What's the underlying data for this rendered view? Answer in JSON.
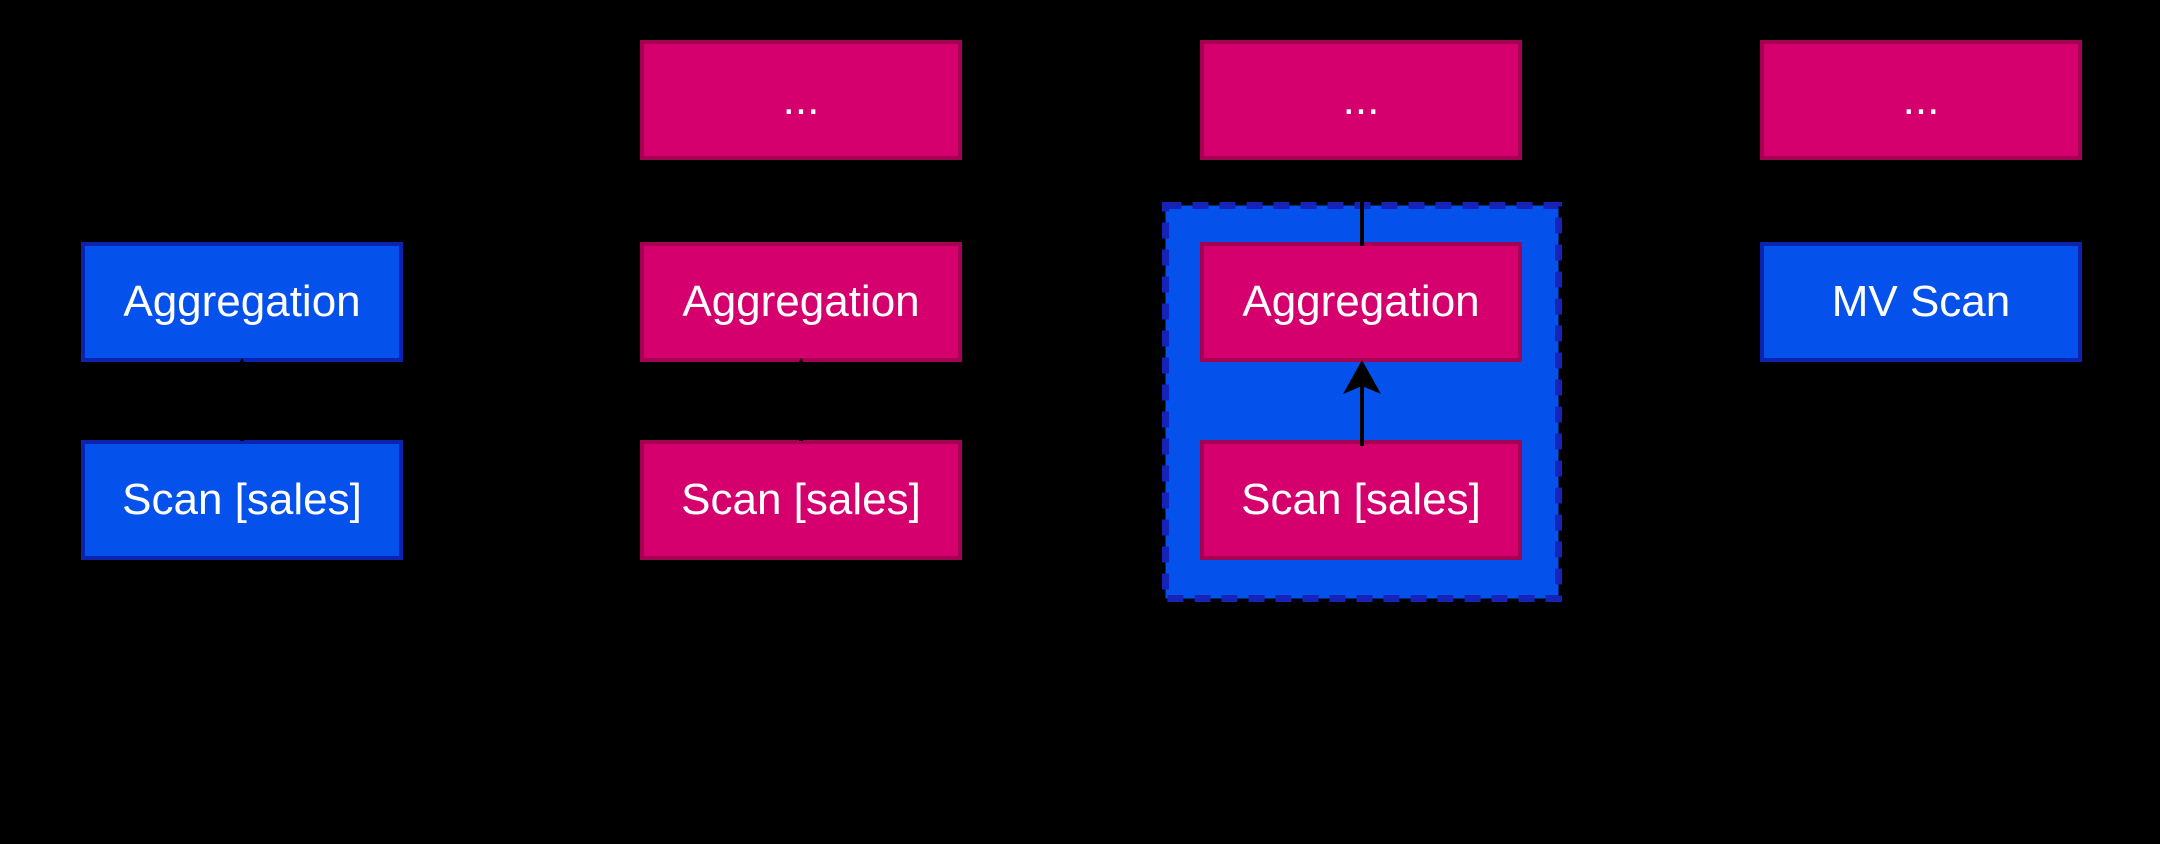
{
  "diagram": {
    "description": "Four query-plan trees: original aggregation plan, candidate plans, a highlighted matched subtree, and a rewritten plan using a materialized view scan"
  },
  "colors": {
    "bg": "#000000",
    "pink-fill": "#d5006e",
    "pink-border": "#a50253",
    "blue-fill": "#0551ec",
    "blue-border": "#0b23ae",
    "container-fill": "#0551ec",
    "container-border": "#1523b8",
    "arrow": "#000000",
    "text": "#ffffff"
  },
  "nodes": {
    "plan1_aggregation": "Aggregation",
    "plan1_scan": "Scan [sales]",
    "plan2_dots": "...",
    "plan2_aggregation": "Aggregation",
    "plan2_scan": "Scan [sales]",
    "plan3_dots": "...",
    "plan3_aggregation": "Aggregation",
    "plan3_scan": "Scan [sales]",
    "plan4_dots": "...",
    "plan4_mv_scan": "MV Scan"
  }
}
